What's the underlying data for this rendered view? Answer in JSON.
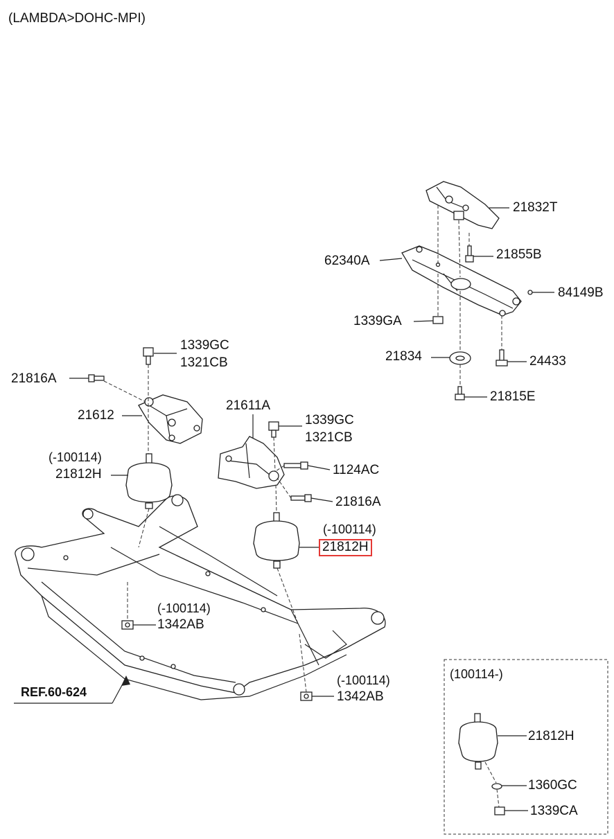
{
  "diagram": {
    "title": "(LAMBDA>DOHC-MPI)",
    "reference_label": "REF.60-624",
    "highlight_color": "#e53935",
    "labels": {
      "p21832T": "21832T",
      "p62340A": "62340A",
      "p21855B": "21855B",
      "p84149B": "84149B",
      "p1339GA": "1339GA",
      "p21834": "21834",
      "p24433": "24433",
      "p21815E": "21815E",
      "p1339GC_a": "1339GC",
      "p1321CB_a": "1321CB",
      "p21816A_a": "21816A",
      "p21612": "21612",
      "p100114_a": "(-100114)",
      "p21812H_a": "21812H",
      "p21611A": "21611A",
      "p1339GC_b": "1339GC",
      "p1321CB_b": "1321CB",
      "p1124AC": "1124AC",
      "p21816A_b": "21816A",
      "p100114_b": "(-100114)",
      "p21812H_b": "21812H",
      "p100114_c": "(-100114)",
      "p1342AB_a": "1342AB",
      "p100114_d": "(-100114)",
      "p1342AB_b": "1342AB"
    },
    "inset": {
      "title": "(100114-)",
      "p21812H": "21812H",
      "p1360GC": "1360GC",
      "p1339CA": "1339CA"
    }
  }
}
